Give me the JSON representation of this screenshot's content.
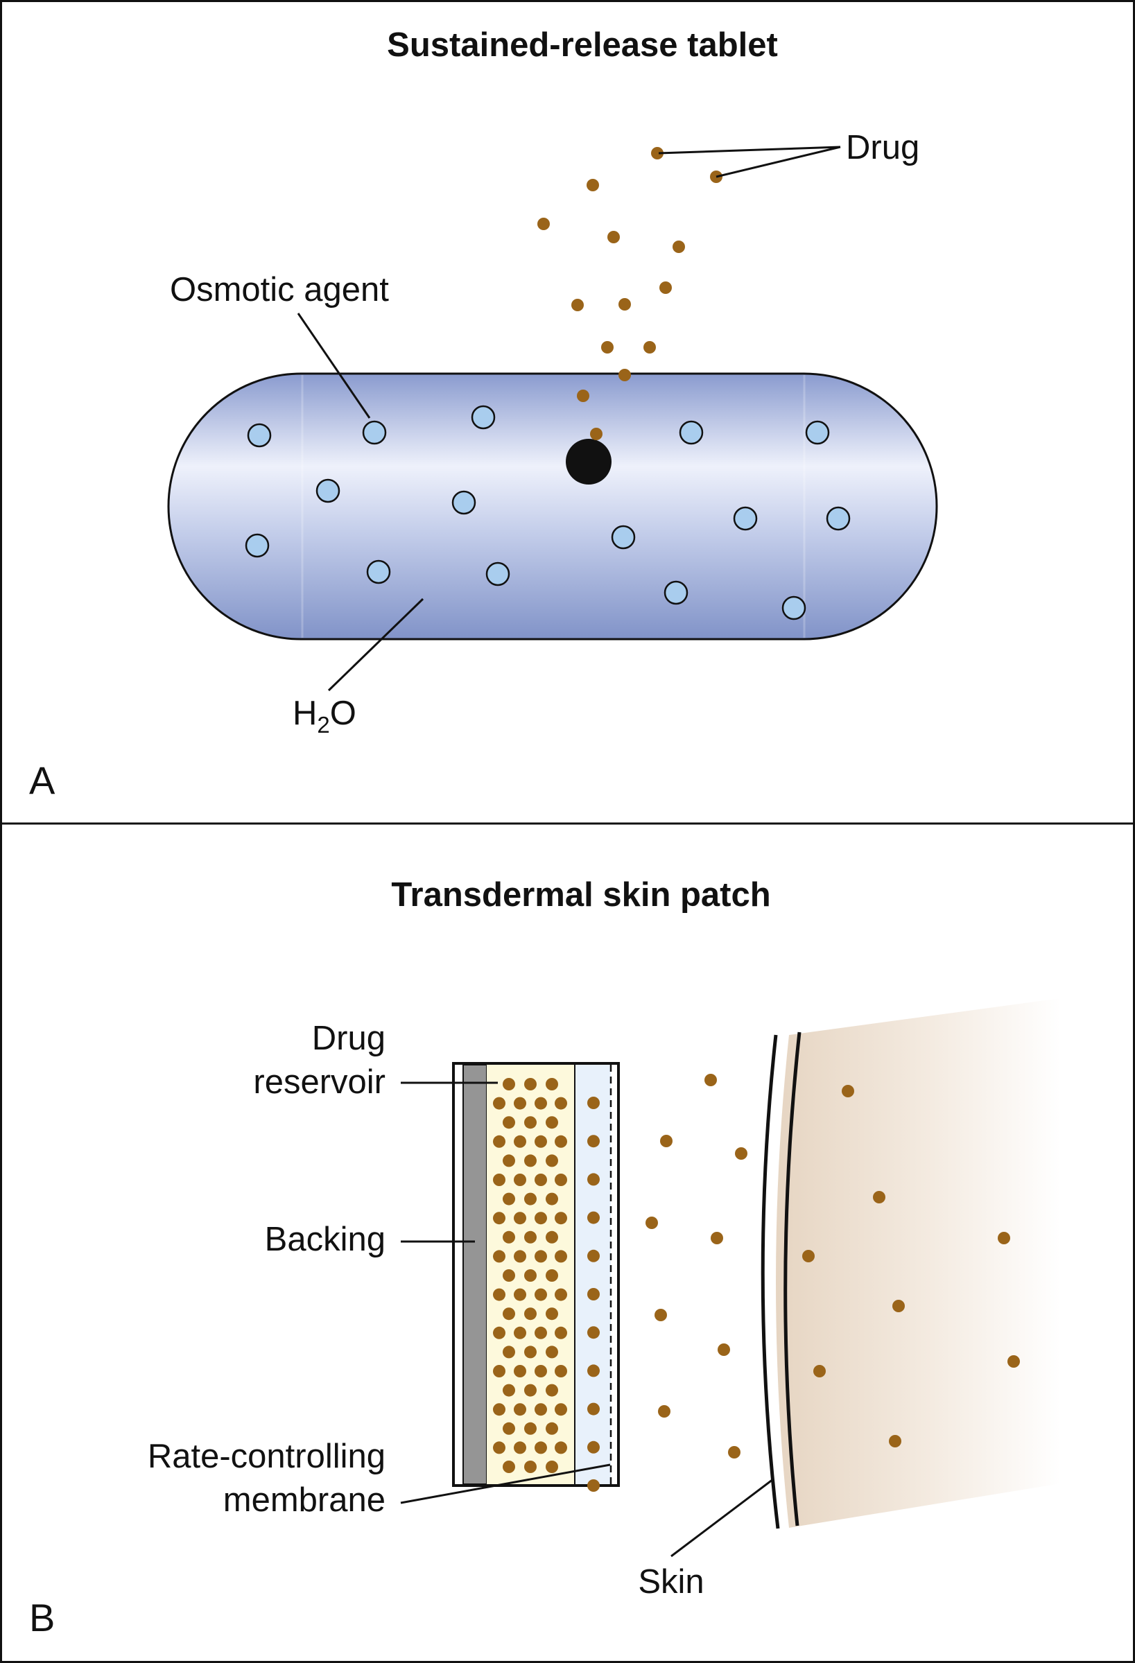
{
  "panel_a": {
    "title": "Sustained-release tablet",
    "letter": "A",
    "labels": {
      "drug": "Drug",
      "osmotic_agent": "Osmotic agent",
      "water_main": "H",
      "water_sub": "2",
      "water_end": "O"
    }
  },
  "panel_b": {
    "title": "Transdermal skin patch",
    "letter": "B",
    "labels": {
      "drug_line1": "Drug",
      "drug_line2": "reservoir",
      "backing": "Backing",
      "membrane_line1": "Rate-controlling",
      "membrane_line2": "membrane",
      "skin": "Skin"
    }
  },
  "colors": {
    "drug_particle": "#9a6419",
    "osmotic_agent_fill": "#a9cdee",
    "tablet_edge": "#8a9cce",
    "tablet_center": "#eef1fb",
    "orifice": "#111111",
    "backing": "#959595",
    "reservoir": "#fdf9dc",
    "membrane": "#e8f1fb",
    "skin_tone": "#e8d9c7",
    "outline": "#111111"
  }
}
